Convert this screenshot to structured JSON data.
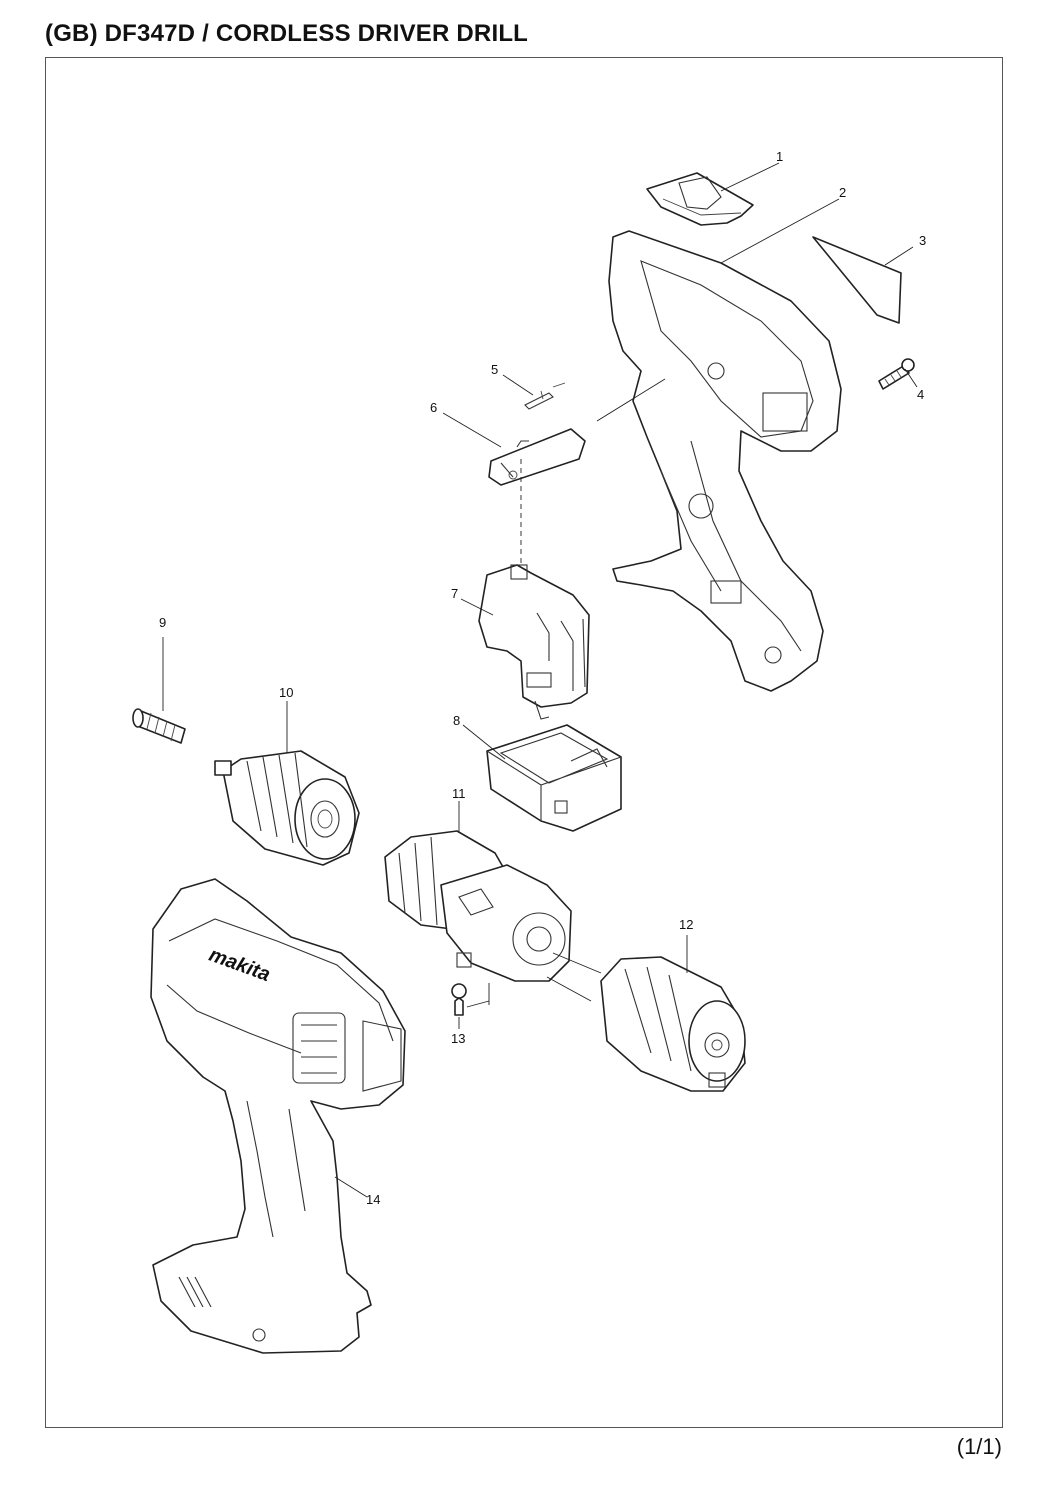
{
  "header": {
    "title": "(GB) DF347D / CORDLESS DRIVER DRILL"
  },
  "footer": {
    "page": "(1/1)"
  },
  "diagram": {
    "callouts": [
      "1",
      "2",
      "3",
      "4",
      "5",
      "6",
      "7",
      "8",
      "9",
      "10",
      "11",
      "12",
      "13",
      "14"
    ]
  }
}
